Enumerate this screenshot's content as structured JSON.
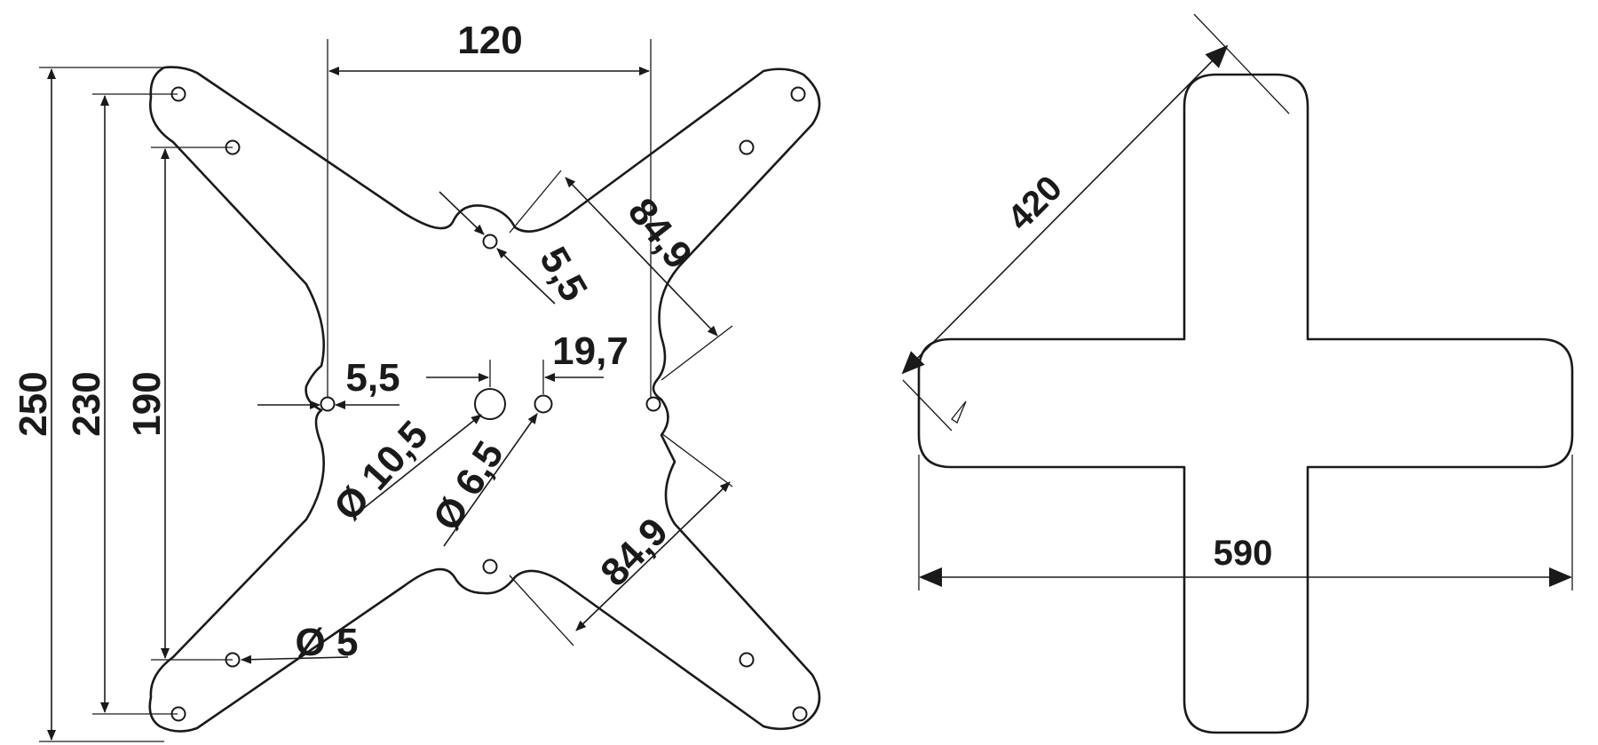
{
  "left_plate": {
    "dim_width_top": "120",
    "dim_height_outer": "250",
    "dim_height_mid": "230",
    "dim_height_inner": "190",
    "dim_diag_upper": "84,9",
    "dim_diag_lower": "84,9",
    "dim_slot_top": "5,5",
    "dim_slot_left": "5,5",
    "dim_offset": "19,7",
    "dim_hole_large": "Ø 10,5",
    "dim_hole_medium": "Ø 6,5",
    "dim_hole_small": "Ø 5"
  },
  "right_plate": {
    "dim_diagonal": "420",
    "dim_width": "590"
  }
}
